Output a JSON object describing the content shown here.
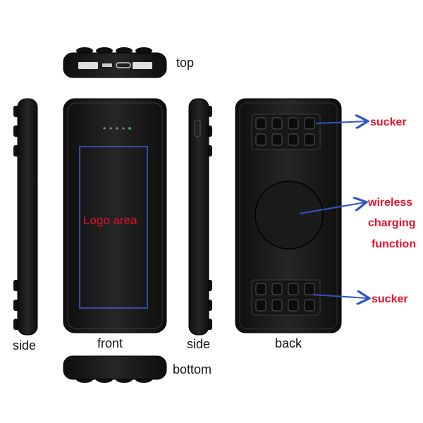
{
  "views": {
    "top": "top",
    "side_left": "side",
    "front": "front",
    "side_right": "side",
    "back": "back",
    "bottom": "bottom"
  },
  "front": {
    "logo_area": "Logo area"
  },
  "callouts": {
    "sucker_top": "sucker",
    "wireless_line1": "wireless",
    "wireless_line2": "charging",
    "wireless_line3": "function",
    "sucker_bottom": "sucker"
  },
  "colors": {
    "body": "#1c1c1c",
    "callout_text": "#e5132a",
    "arrow": "#2f55c8",
    "led_on": "#3bd16f"
  }
}
